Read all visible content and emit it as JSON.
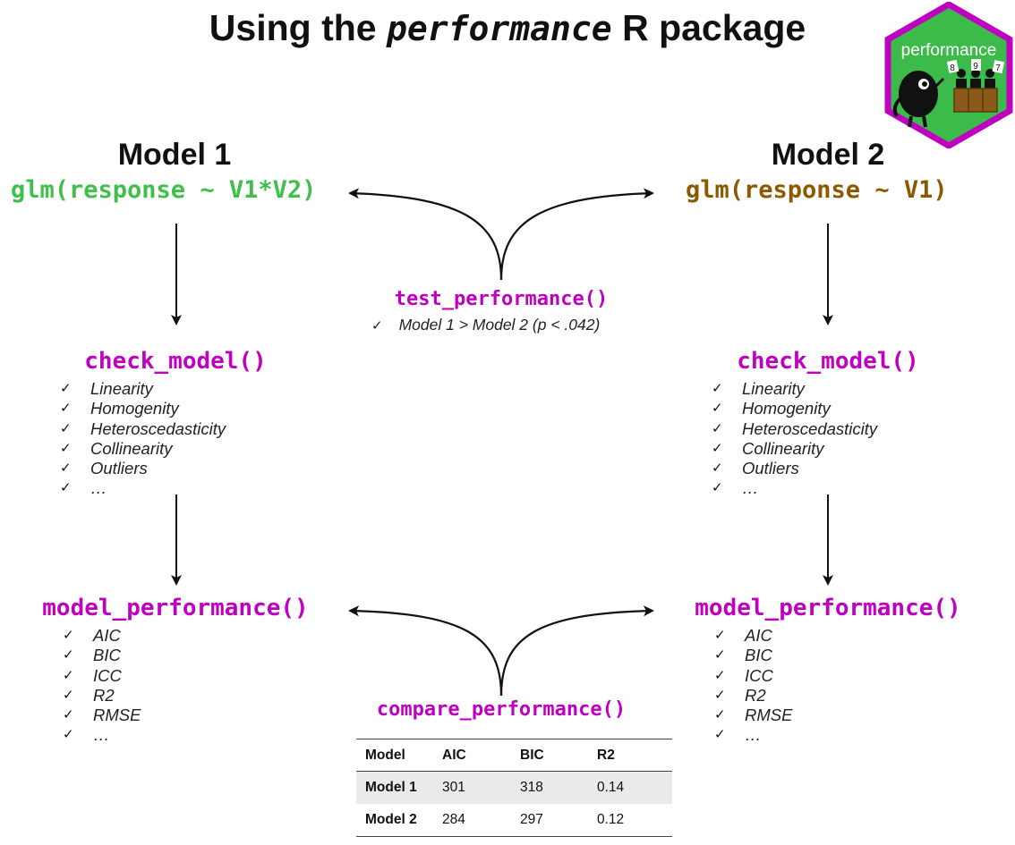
{
  "title": {
    "prefix": "Using the",
    "package": "performance",
    "suffix": "R package"
  },
  "logo": {
    "text": "performance",
    "cards": [
      "8",
      "9",
      "7"
    ],
    "colors": {
      "border": "#c000c0",
      "fill": "#3dbb4a"
    }
  },
  "model1": {
    "title": "Model 1",
    "formula": "glm(response ~ V1*V2)",
    "check_fn": "check_model()",
    "checks": [
      "Linearity",
      "Homogenity",
      "Heteroscedasticity",
      "Collinearity",
      "Outliers",
      "…"
    ],
    "perf_fn": "model_performance()",
    "metrics": [
      "AIC",
      "BIC",
      "ICC",
      "R2",
      "RMSE",
      "…"
    ]
  },
  "model2": {
    "title": "Model 2",
    "formula": "glm(response ~ V1)",
    "check_fn": "check_model()",
    "checks": [
      "Linearity",
      "Homogenity",
      "Heteroscedasticity",
      "Collinearity",
      "Outliers",
      "…"
    ],
    "perf_fn": "model_performance()",
    "metrics": [
      "AIC",
      "BIC",
      "ICC",
      "R2",
      "RMSE",
      "…"
    ]
  },
  "test": {
    "fn": "test_performance()",
    "result": "Model 1 > Model 2 (p < .042)"
  },
  "compare": {
    "fn": "compare_performance()",
    "headers": [
      "Model",
      "AIC",
      "BIC",
      "R2"
    ],
    "rows": [
      [
        "Model 1",
        "301",
        "318",
        "0.14"
      ],
      [
        "Model 2",
        "284",
        "297",
        "0.12"
      ]
    ]
  },
  "colors": {
    "model1_formula": "#3ec04a",
    "model2_formula": "#8b5a00",
    "function": "#c000c0"
  }
}
